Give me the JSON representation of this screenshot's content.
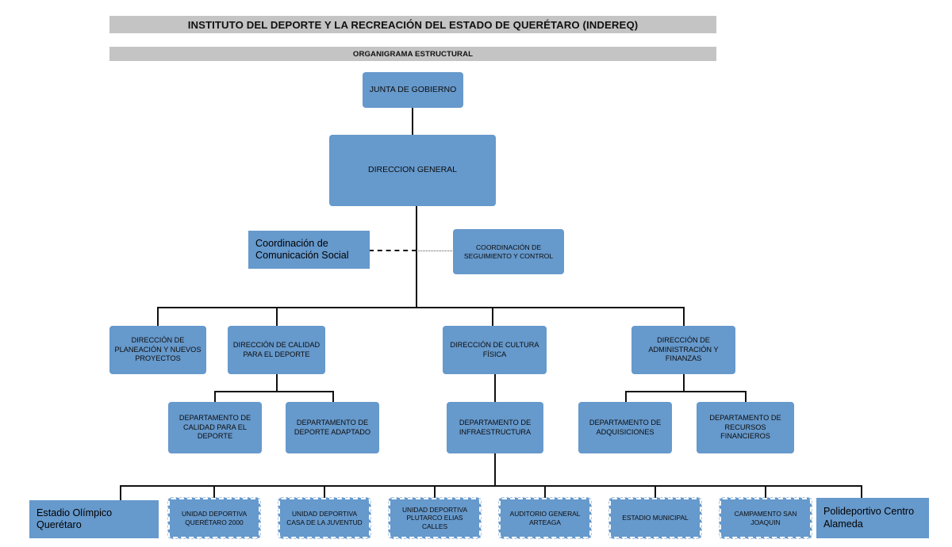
{
  "header": {
    "title": "INSTITUTO DEL DEPORTE Y LA RECREACIÓN DEL ESTADO DE QUERÉTARO (INDEREQ)",
    "subtitle": "ORGANIGRAMA ESTRUCTURAL"
  },
  "chart_data": {
    "type": "diagram",
    "title": "ORGANIGRAMA ESTRUCTURAL",
    "nodes": {
      "junta": "JUNTA DE GOBIERNO",
      "direccion_general": "DIRECCION GENERAL",
      "coord_comunicacion": "Coordinación de Comunicación Social",
      "coord_seguimiento": "COORDINACIÓN DE SEGUIMIENTO Y CONTROL",
      "dir_planeacion": "DIRECCIÓN DE PLANEACIÓN Y NUEVOS PROYECTOS",
      "dir_calidad": "DIRECCIÓN DE CALIDAD PARA EL DEPORTE",
      "dir_cultura": "DIRECCIÓN DE CULTURA FÍSICA",
      "dir_administracion": "DIRECCIÓN DE ADMINISTRACIÓN Y FINANZAS",
      "dep_calidad": "DEPARTAMENTO DE CALIDAD PARA EL DEPORTE",
      "dep_adaptado": "DEPARTAMENTO DE DEPORTE ADAPTADO",
      "dep_infraestructura": "DEPARTAMENTO DE INFRAESTRUCTURA",
      "dep_adquisiciones": "DEPARTAMENTO DE ADQUISICIONES",
      "dep_recursos": "DEPARTAMENTO DE RECURSOS FINANCIEROS",
      "fac_estadio_olimpico": "Estadio Olímpico Querétaro",
      "fac_queretaro2000": "UNIDAD DEPORTIVA QUERÉTARO 2000",
      "fac_casa_juventud": "UNIDAD DEPORTIVA CASA DE LA JUVENTUD",
      "fac_plutarco": "UNIDAD DEPORTIVA PLUTARCO ELIAS CALLES",
      "fac_auditorio": "AUDITORIO GENERAL ARTEAGA",
      "fac_estadio_municipal": "ESTADIO MUNICIPAL",
      "fac_campamento": "CAMPAMENTO SAN JOAQUIN",
      "fac_polideportivo": "Polideportivo Centro Alameda"
    },
    "edges": [
      {
        "from": "junta",
        "to": "direccion_general",
        "style": "solid"
      },
      {
        "from": "direccion_general",
        "to": "coord_comunicacion",
        "style": "dashed"
      },
      {
        "from": "direccion_general",
        "to": "coord_seguimiento",
        "style": "dotted"
      },
      {
        "from": "direccion_general",
        "to": "dir_planeacion",
        "style": "solid"
      },
      {
        "from": "direccion_general",
        "to": "dir_calidad",
        "style": "solid"
      },
      {
        "from": "direccion_general",
        "to": "dir_cultura",
        "style": "solid"
      },
      {
        "from": "direccion_general",
        "to": "dir_administracion",
        "style": "solid"
      },
      {
        "from": "dir_calidad",
        "to": "dep_calidad",
        "style": "solid"
      },
      {
        "from": "dir_calidad",
        "to": "dep_adaptado",
        "style": "solid"
      },
      {
        "from": "dir_cultura",
        "to": "dep_infraestructura",
        "style": "solid"
      },
      {
        "from": "dir_administracion",
        "to": "dep_adquisiciones",
        "style": "solid"
      },
      {
        "from": "dir_administracion",
        "to": "dep_recursos",
        "style": "solid"
      },
      {
        "from": "dep_infraestructura",
        "to": "fac_estadio_olimpico",
        "style": "solid"
      },
      {
        "from": "dep_infraestructura",
        "to": "fac_queretaro2000",
        "style": "solid"
      },
      {
        "from": "dep_infraestructura",
        "to": "fac_casa_juventud",
        "style": "solid"
      },
      {
        "from": "dep_infraestructura",
        "to": "fac_plutarco",
        "style": "solid"
      },
      {
        "from": "dep_infraestructura",
        "to": "fac_auditorio",
        "style": "solid"
      },
      {
        "from": "dep_infraestructura",
        "to": "fac_estadio_municipal",
        "style": "solid"
      },
      {
        "from": "dep_infraestructura",
        "to": "fac_campamento",
        "style": "solid"
      },
      {
        "from": "dep_infraestructura",
        "to": "fac_polideportivo",
        "style": "solid"
      }
    ],
    "levels": [
      [
        "junta"
      ],
      [
        "direccion_general"
      ],
      [
        "coord_comunicacion",
        "coord_seguimiento"
      ],
      [
        "dir_planeacion",
        "dir_calidad",
        "dir_cultura",
        "dir_administracion"
      ],
      [
        "dep_calidad",
        "dep_adaptado",
        "dep_infraestructura",
        "dep_adquisiciones",
        "dep_recursos"
      ],
      [
        "fac_estadio_olimpico",
        "fac_queretaro2000",
        "fac_casa_juventud",
        "fac_plutarco",
        "fac_auditorio",
        "fac_estadio_municipal",
        "fac_campamento",
        "fac_polideportivo"
      ]
    ],
    "colors": {
      "node_fill": "#6699cc",
      "band_fill": "#c4c4c4",
      "connector": "#111111",
      "background": "#ffffff",
      "text": "#0d0d0d"
    }
  }
}
